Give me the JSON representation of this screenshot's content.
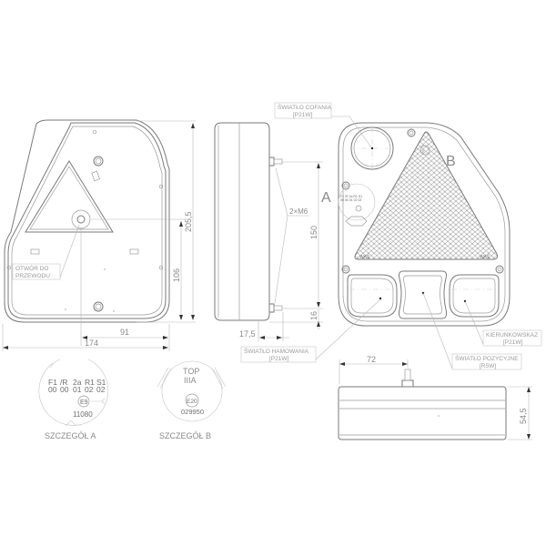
{
  "drawing": {
    "callouts": {
      "otwor": [
        "OTWÓR DO",
        "PRZEWODU"
      ],
      "cofania": [
        "ŚWIATŁO COFANIA",
        "[P21W]"
      ],
      "hamowania": [
        "ŚWIATŁO HAMOWANIA",
        "[P21W]"
      ],
      "kierunkowskaz": [
        "KIERUNKOWSKAZ",
        "[P21W]"
      ],
      "pozycyjne": [
        "ŚWIATŁO POZYCYJNE",
        "[R5W]"
      ],
      "mount": "2×M6"
    },
    "dimensions": {
      "height_total": "205,5",
      "height_hole": "106",
      "width_hole": "91",
      "width_total": "174",
      "bolt_spacing": "150",
      "bolt_offset": "16",
      "depth": "17,5",
      "bolt_x": "72",
      "bottom_height": "54,5"
    },
    "detail_markers": {
      "a": "A",
      "b": "B"
    },
    "detail_a": {
      "title": "SZCZEGÓŁ A",
      "codes_top": [
        "F1",
        "/R",
        "2a",
        "R1",
        "S1"
      ],
      "codes_bottom": [
        "00",
        "00",
        "01",
        "02",
        "02"
      ],
      "approval_mark": "E9",
      "approval_number": "11080"
    },
    "detail_b": {
      "title": "SZCZEGÓŁ B",
      "line1": "TOP",
      "line2": "IIIA",
      "approval_mark": "E20",
      "approval_number": "029950"
    }
  }
}
